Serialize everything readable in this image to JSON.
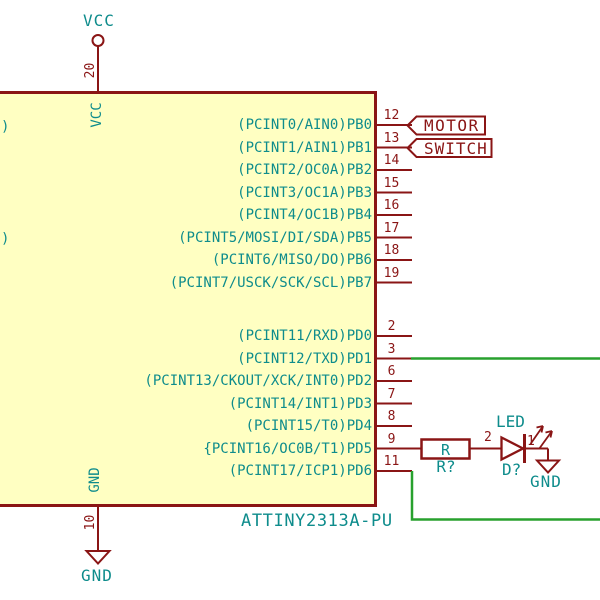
{
  "colors": {
    "maroon": "#8A1515",
    "teal": "#0E8C8C",
    "green": "#28A12E",
    "chipFill": "#FFFFC2",
    "bg": "#FFFFFF"
  },
  "chip": {
    "title": "ATTINY2313A-PU",
    "left_overflow": [
      ")",
      ")"
    ],
    "top_pin": {
      "number": "20",
      "name": "VCC"
    },
    "bottom_pin": {
      "number": "10",
      "name": "GND"
    },
    "right_pins_portb": [
      {
        "num": "12",
        "name": "(PCINT0/AIN0)PB0"
      },
      {
        "num": "13",
        "name": "(PCINT1/AIN1)PB1"
      },
      {
        "num": "14",
        "name": "(PCINT2/OC0A)PB2"
      },
      {
        "num": "15",
        "name": "(PCINT3/OC1A)PB3"
      },
      {
        "num": "16",
        "name": "(PCINT4/OC1B)PB4"
      },
      {
        "num": "17",
        "name": "(PCINT5/MOSI/DI/SDA)PB5"
      },
      {
        "num": "18",
        "name": "(PCINT6/MISO/DO)PB6"
      },
      {
        "num": "19",
        "name": "(PCINT7/USCK/SCK/SCL)PB7"
      }
    ],
    "right_pins_portd": [
      {
        "num": "2",
        "name": "(PCINT11/RXD)PD0"
      },
      {
        "num": "3",
        "name": "(PCINT12/TXD)PD1"
      },
      {
        "num": "6",
        "name": "(PCINT13/CKOUT/XCK/INT0)PD2"
      },
      {
        "num": "7",
        "name": "(PCINT14/INT1)PD3"
      },
      {
        "num": "8",
        "name": "(PCINT15/T0)PD4"
      },
      {
        "num": "9",
        "name": "{PCINT16/OC0B/T1)PD5"
      },
      {
        "num": "11",
        "name": "(PCINT17/ICP1)PD6"
      }
    ]
  },
  "global_labels": {
    "motor": "MOTOR",
    "switch": "SWITCH"
  },
  "power": {
    "vcc_top": "VCC",
    "gnd_bottom": "GND",
    "gnd_led": "GND"
  },
  "resistor": {
    "value": "R",
    "ref": "R?"
  },
  "led": {
    "value": "LED",
    "ref": "D?",
    "pin_anode": "2",
    "pin_cathode": "1"
  }
}
